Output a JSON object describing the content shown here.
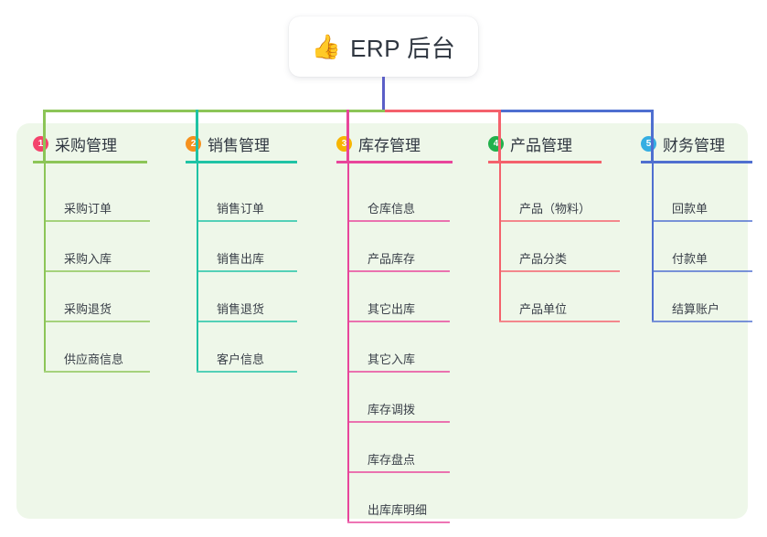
{
  "root": {
    "icon": "thumbs-up-emoji",
    "emoji": "👍",
    "title": "ERP 后台"
  },
  "theme": {
    "panel_bg": "#eef7e9",
    "card_bg": "#ffffff",
    "text": "#2f3640",
    "root_connector": "#5b5fc7"
  },
  "columns": [
    {
      "index": "1",
      "badge": "1",
      "badge_color": "#f4436c",
      "line_color": "#8cc557",
      "title": "采购管理",
      "items": [
        {
          "label": "采购订单"
        },
        {
          "label": "采购入库"
        },
        {
          "label": "采购退货"
        },
        {
          "label": "供应商信息"
        }
      ]
    },
    {
      "index": "2",
      "badge": "2",
      "badge_color": "#f6911e",
      "line_color": "#1fc3a5",
      "title": "销售管理",
      "items": [
        {
          "label": "销售订单"
        },
        {
          "label": "销售出库"
        },
        {
          "label": "销售退货"
        },
        {
          "label": "客户信息"
        }
      ]
    },
    {
      "index": "3",
      "badge": "3",
      "badge_color": "#f7b500",
      "line_color": "#e8459b",
      "title": "库存管理",
      "items": [
        {
          "label": "仓库信息"
        },
        {
          "label": "产品库存"
        },
        {
          "label": "其它出库"
        },
        {
          "label": "其它入库"
        },
        {
          "label": "库存调拨"
        },
        {
          "label": "库存盘点"
        },
        {
          "label": "出库库明细"
        }
      ]
    },
    {
      "index": "4",
      "badge": "4",
      "badge_color": "#22b14c",
      "line_color": "#f4616c",
      "title": "产品管理",
      "items": [
        {
          "label": "产品（物料）"
        },
        {
          "label": "产品分类"
        },
        {
          "label": "产品单位"
        }
      ]
    },
    {
      "index": "5",
      "badge": "5",
      "badge_color": "#35aee2",
      "line_color": "#4f6fd0",
      "title": "财务管理",
      "items": [
        {
          "label": "回款单"
        },
        {
          "label": "付款单"
        },
        {
          "label": "结算账户"
        }
      ]
    }
  ]
}
